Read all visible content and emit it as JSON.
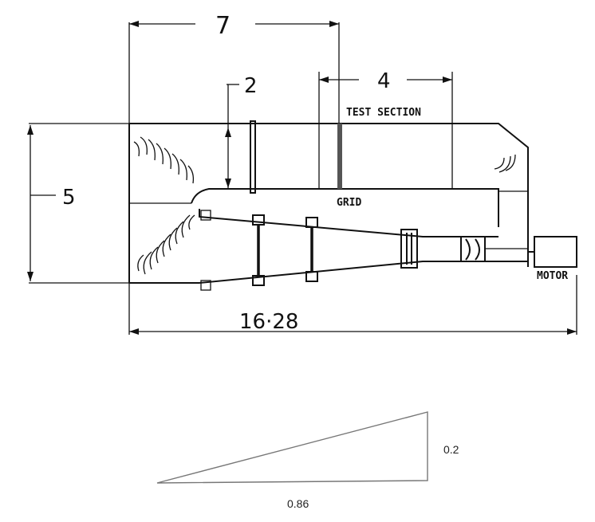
{
  "tunnel": {
    "dimensions": {
      "overall_width": "7",
      "contraction_height": "2",
      "test_section_length": "4",
      "tunnel_height": "5",
      "overall_length": "16·28"
    },
    "labels": {
      "test_section": "TEST SECTION",
      "grid": "GRID",
      "motor": "MOTOR"
    }
  },
  "ramp": {
    "height_label": "0.2",
    "length_label": "0.86"
  },
  "colors": {
    "line": "#111111",
    "background": "#ffffff",
    "ramp_line": "#777777"
  }
}
